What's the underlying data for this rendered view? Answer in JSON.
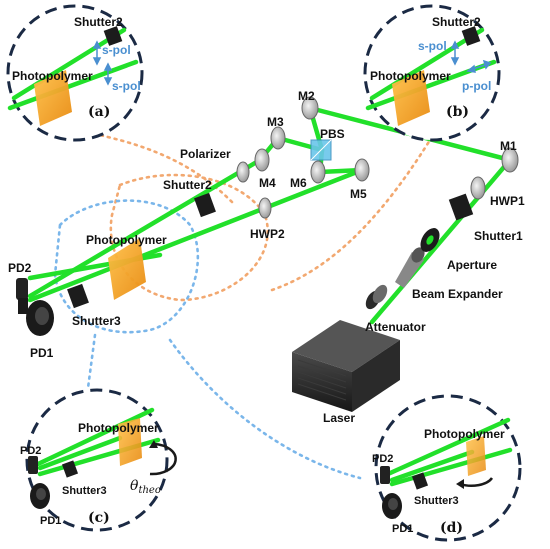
{
  "colors": {
    "beam": "#22e02a",
    "beam_dark": "#14a81c",
    "photopolymer": "#f0a020",
    "dashed_circle": "#1b2a44",
    "orange_dots": "#f2a870",
    "blue_dots": "#7ab6ea",
    "polarization": "#4a8fd0"
  },
  "labels": {
    "shutter1": "Shutter1",
    "shutter2": "Shutter2",
    "shutter3": "Shutter3",
    "photopolymer": "Photopolymer",
    "polarizer": "Polarizer",
    "pbs": "PBS",
    "hwp1": "HWP1",
    "hwp2": "HWP2",
    "aperture": "Aperture",
    "beam_expander": "Beam Expander",
    "attenuator": "Attenuator",
    "laser": "Laser",
    "m1": "M1",
    "m2": "M2",
    "m3": "M3",
    "m4": "M4",
    "m5": "M5",
    "m6": "M6",
    "pd1": "PD1",
    "pd2": "PD2"
  },
  "insets": {
    "a": {
      "tag": "(a)",
      "shutter": "Shutter2",
      "material": "Photopolymer",
      "pol_1": "s-pol",
      "pol_2": "s-pol"
    },
    "b": {
      "tag": "(b)",
      "shutter": "Shutter2",
      "material": "Photopolymer",
      "pol_1": "s-pol",
      "pol_2": "p-pol"
    },
    "c": {
      "tag": "(c)",
      "material": "Photopolymer",
      "pd2": "PD2",
      "pd1": "PD1",
      "shutter": "Shutter3",
      "angle_symbol": "θ",
      "angle_subscript": "theo"
    },
    "d": {
      "tag": "(d)",
      "material": "Photopolymer",
      "pd2": "PD2",
      "pd1": "PD1",
      "shutter": "Shutter3"
    }
  }
}
